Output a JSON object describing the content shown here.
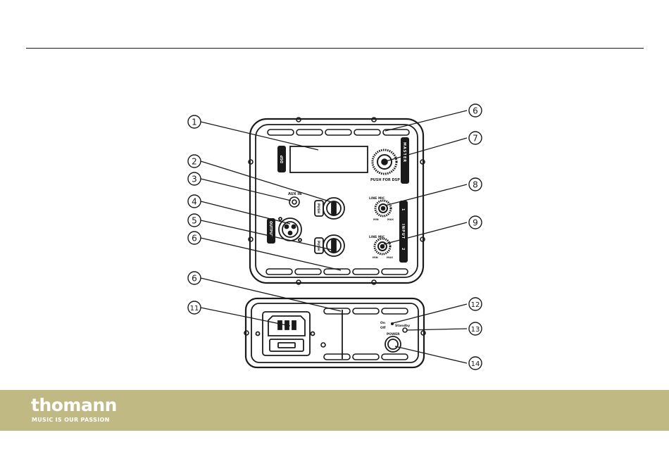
{
  "callouts": [
    "1",
    "2",
    "3",
    "4",
    "5",
    "6",
    "6",
    "7",
    "8",
    "9",
    "6",
    "11",
    "12",
    "13",
    "14"
  ],
  "panel_labels": {
    "dsp": "DSP",
    "master": "MASTER",
    "push_for_dsp": "PUSH FOR DSP",
    "aux_in": "AUX IN",
    "output": "OUTPUT",
    "input": "INPUT",
    "channel_1": "1",
    "channel_2": "2",
    "push_1": "PUSH",
    "push_2": "PUSH",
    "line_mic_1": "LINE MIC",
    "line_mic_2": "LINE MIC",
    "min_1": "MIN",
    "max_1": "MAX",
    "min_2": "MIN",
    "max_2": "MAX",
    "on": "On",
    "off": "Off",
    "standby": "Standby",
    "power": "POWER"
  },
  "brand": {
    "name": "thomann",
    "tagline": "MUSIC IS OUR PASSION"
  },
  "colors": {
    "footer_band": "#c0b983",
    "line_art": "#1a1a1a"
  }
}
